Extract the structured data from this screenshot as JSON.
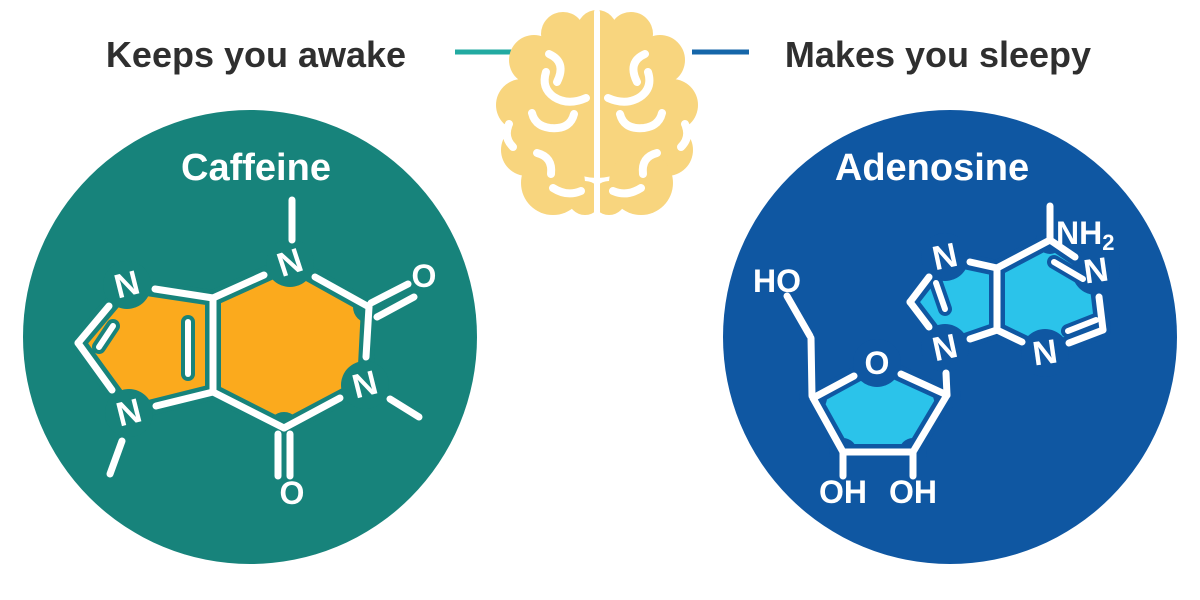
{
  "header": {
    "left_label": "Keeps you awake",
    "right_label": "Makes you sleepy",
    "text_color": "#2F2F2F"
  },
  "connectors": {
    "left_color": "#22AAA1",
    "right_color": "#1566A9"
  },
  "brain": {
    "color": "#F8D57E",
    "divider_color": "#ffffff"
  },
  "caffeine": {
    "title": "Caffeine",
    "circle_color": "#17837B",
    "fill_color": "#FBAA1D",
    "bond_color": "#ffffff",
    "atoms": {
      "n_top": "N",
      "n_left_top": "N",
      "n_left_bottom": "N",
      "n_right": "N",
      "o_top_right": "O",
      "o_bottom": "O"
    }
  },
  "adenosine": {
    "title": "Adenosine",
    "circle_color": "#0F57A2",
    "fill_color": "#2BC3EA",
    "bond_color": "#ffffff",
    "atoms": {
      "n7": "N",
      "n9": "N",
      "n1": "N",
      "n3": "N",
      "amine": "NH",
      "amine_sub": "2",
      "ribose_o": "O",
      "hydroxymethyl": "HO",
      "hydroxyl_left": "OH",
      "hydroxyl_right": "OH"
    }
  }
}
